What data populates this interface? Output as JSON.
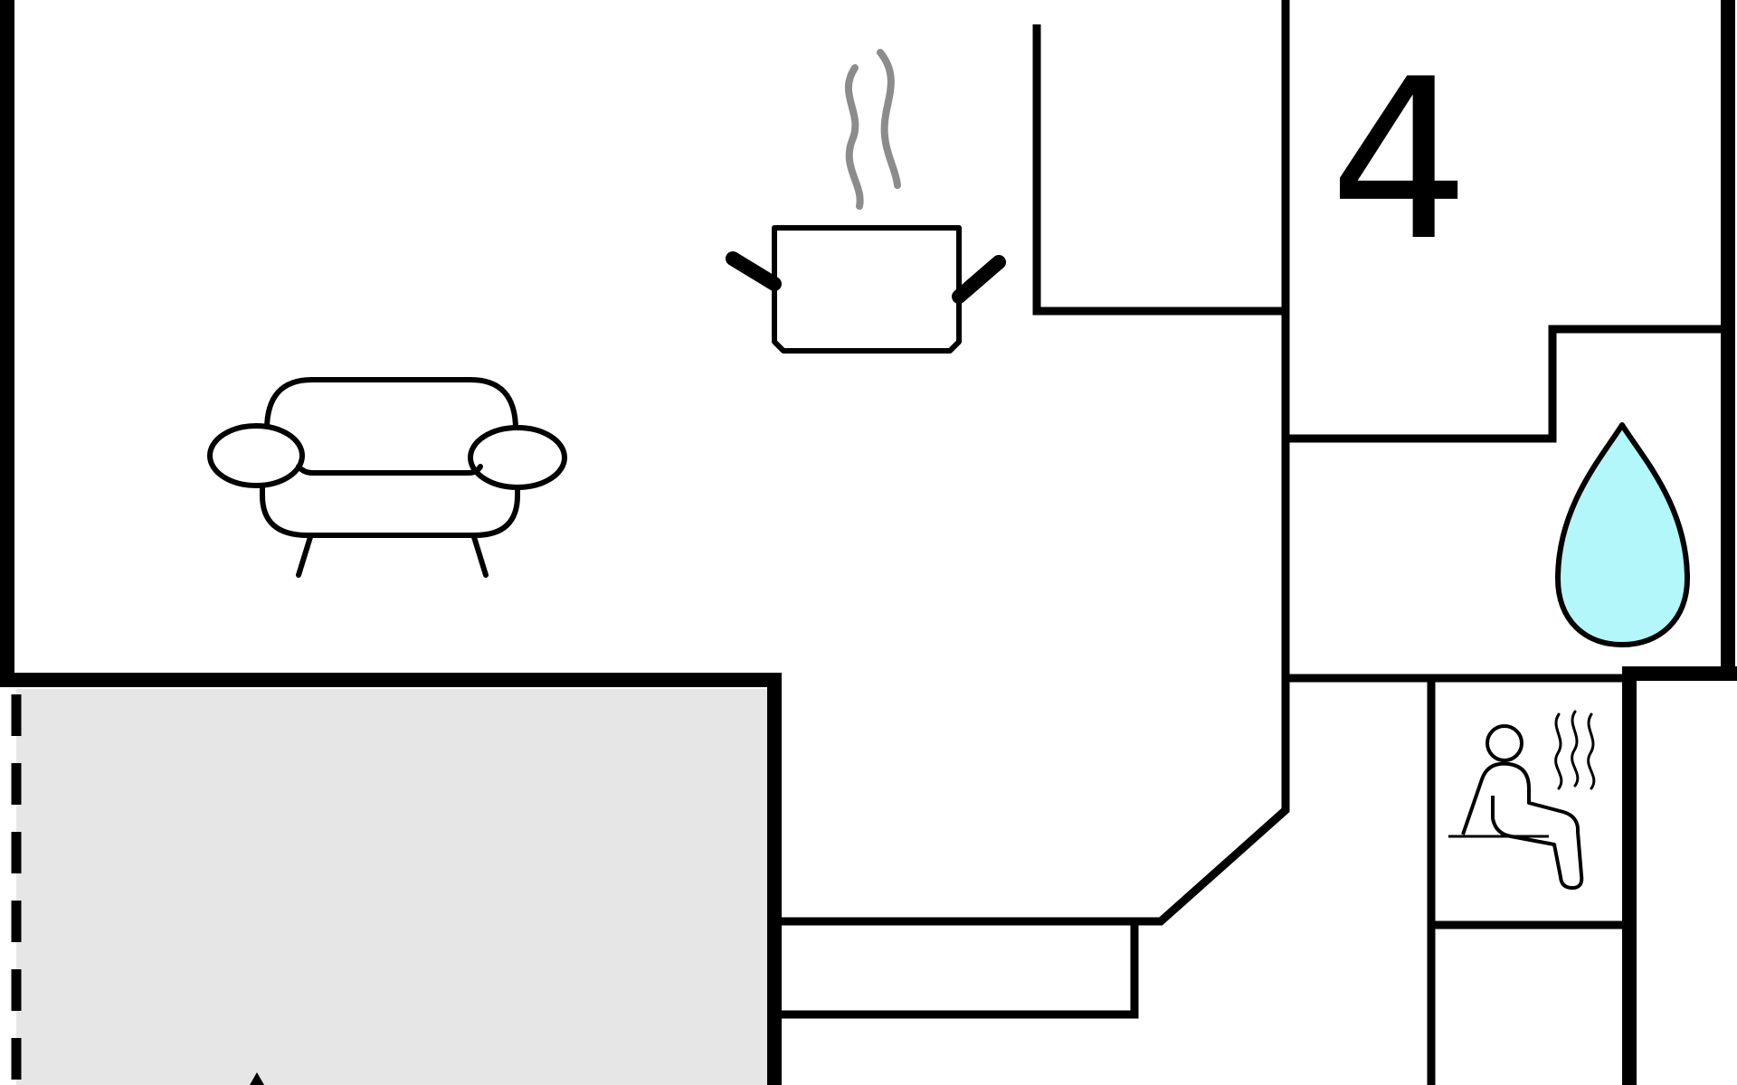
{
  "floor_plan": {
    "room_label": "4",
    "colors": {
      "wall": "#000000",
      "background": "#ffffff",
      "terrace_fill": "#e6e6e6",
      "steam": "#8c8c8c",
      "water_drop": "#b3f7fb"
    },
    "icons": [
      {
        "name": "sofa-icon",
        "meaning": "living room"
      },
      {
        "name": "cooking-pot-icon",
        "meaning": "kitchen"
      },
      {
        "name": "water-drop-icon",
        "meaning": "bathroom"
      },
      {
        "name": "sauna-icon",
        "meaning": "sauna"
      }
    ]
  }
}
